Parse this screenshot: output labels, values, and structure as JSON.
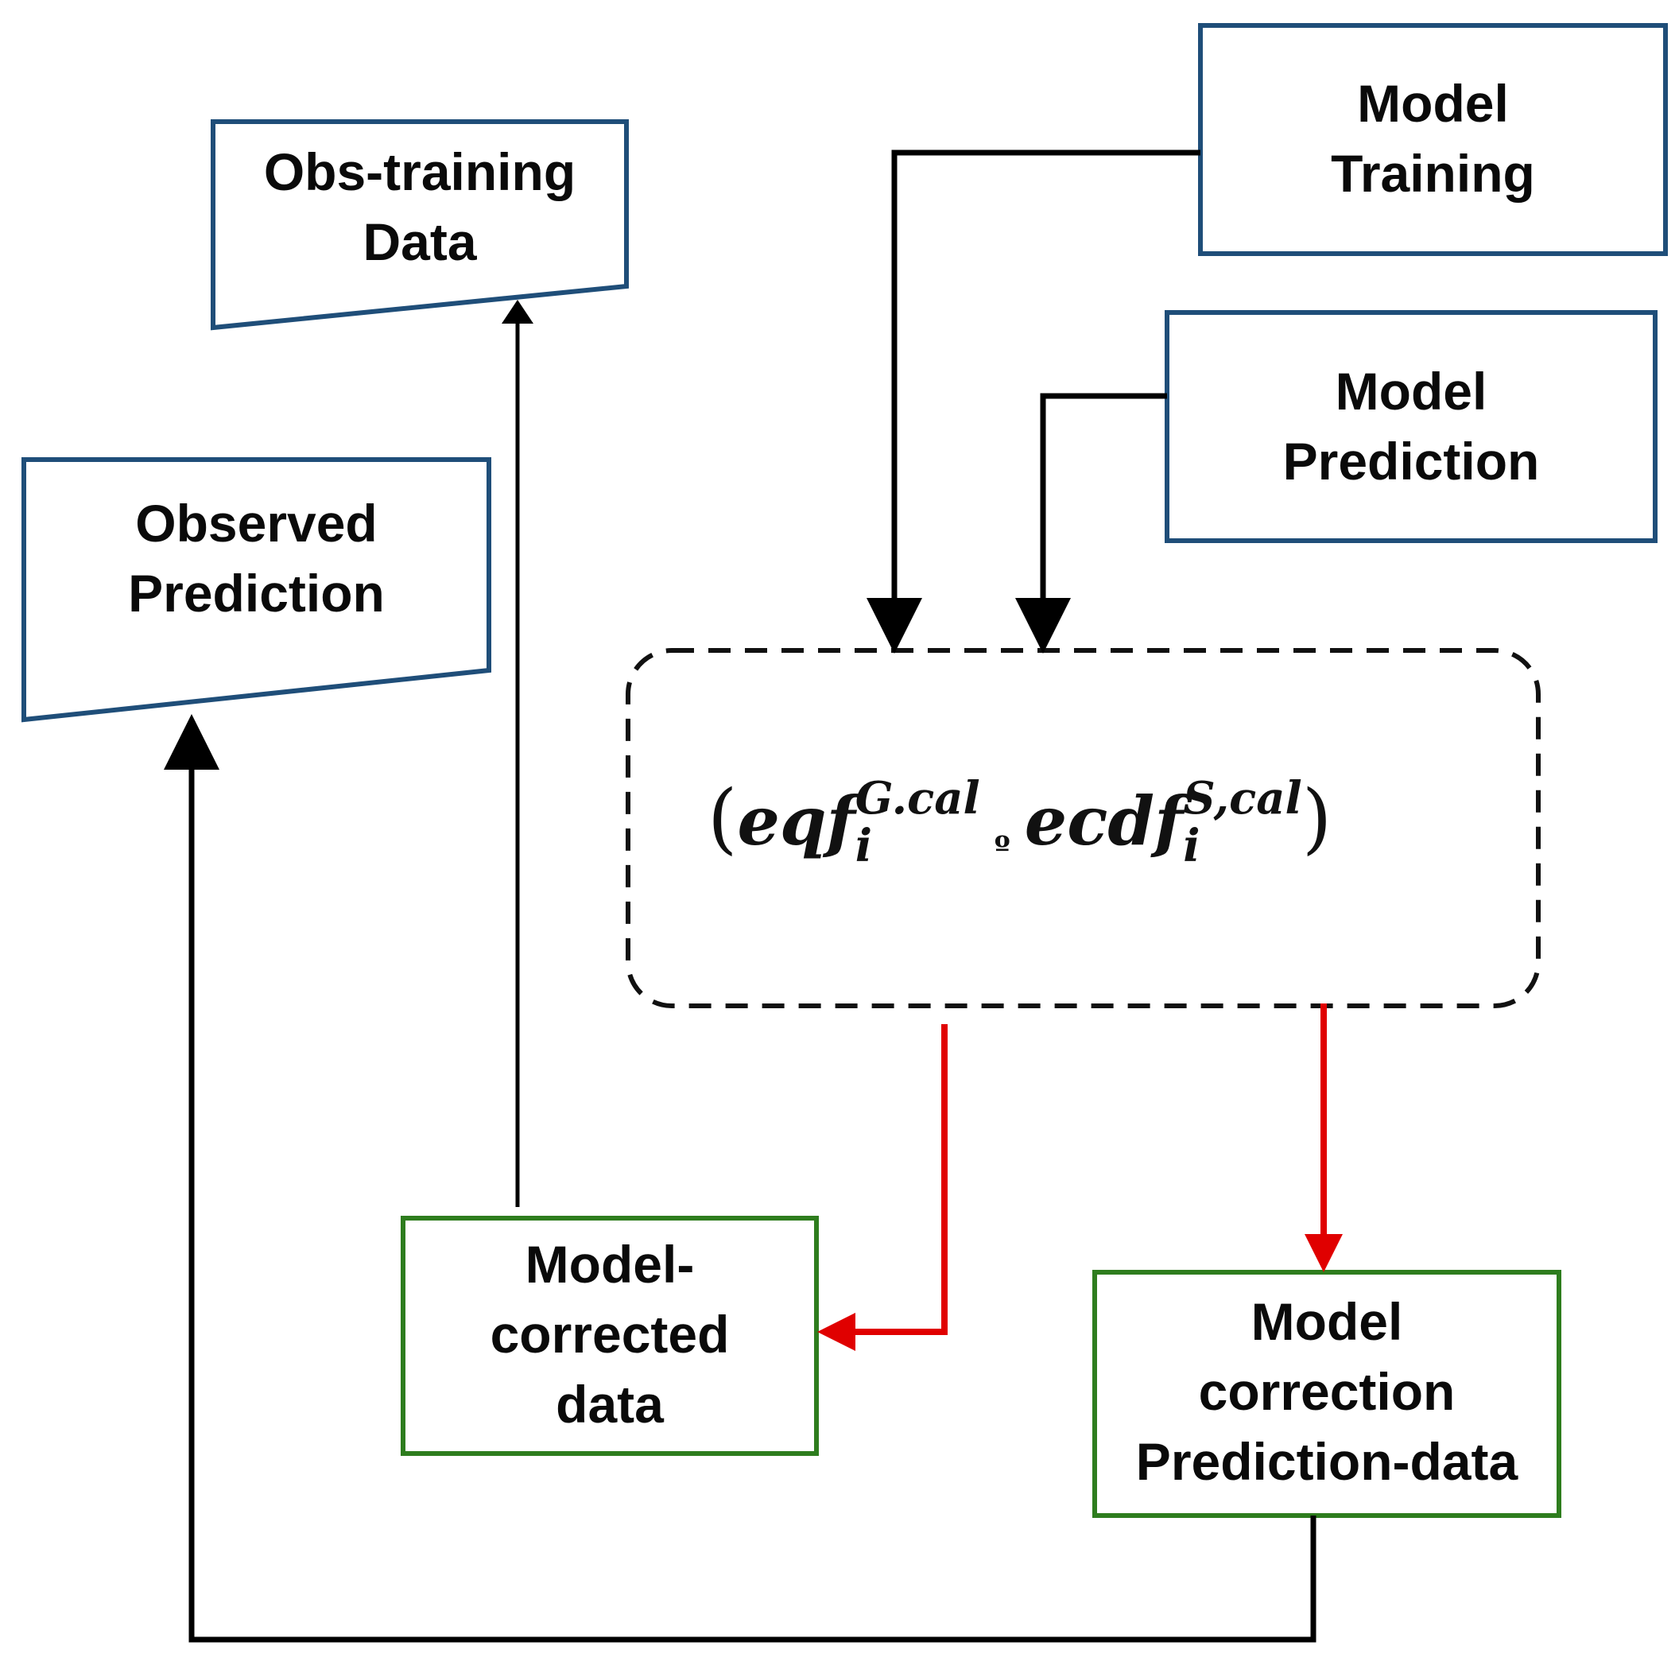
{
  "nodes": {
    "model_training": {
      "lines": [
        "Model",
        "Training"
      ],
      "border_color": "#1f4e79"
    },
    "model_prediction": {
      "lines": [
        "Model",
        "Prediction"
      ],
      "border_color": "#1f4e79"
    },
    "obs_training_data": {
      "lines": [
        "Obs-training",
        "Data"
      ],
      "border_color": "#1f4e79"
    },
    "observed_prediction": {
      "lines": [
        "Observed",
        "Prediction"
      ],
      "border_color": "#1f4e79"
    },
    "model_corrected_data": {
      "lines": [
        "Model-",
        "corrected",
        "data"
      ],
      "border_color": "#2e7d1e"
    },
    "model_correction_prediction_data": {
      "lines": [
        "Model",
        "correction",
        "Prediction-data"
      ],
      "border_color": "#2e7d1e"
    }
  },
  "formula": {
    "open_paren": "(",
    "term1_base": "eqf",
    "term1_sup": "G.cal",
    "term1_sub": "i",
    "compose": "º",
    "term2_base": "ecdf",
    "term2_sup": "S,cal",
    "term2_sub": "i",
    "close_paren": ")"
  },
  "colors": {
    "black_arrow": "#000000",
    "red_arrow": "#e00000",
    "dashed_border": "#111111"
  }
}
